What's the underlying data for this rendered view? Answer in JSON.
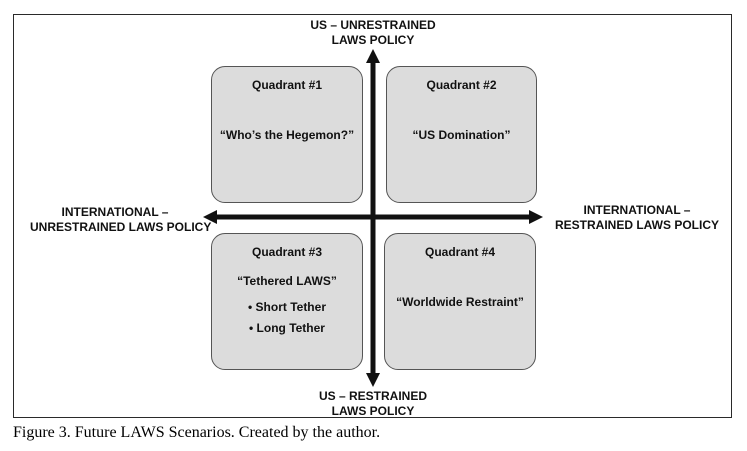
{
  "axes": {
    "top": [
      "US – UNRESTRAINED",
      "LAWS POLICY"
    ],
    "bottom": [
      "US – RESTRAINED",
      "LAWS POLICY"
    ],
    "left": [
      "INTERNATIONAL –",
      "UNRESTRAINED LAWS POLICY"
    ],
    "right": [
      "INTERNATIONAL –",
      "RESTRAINED LAWS POLICY"
    ]
  },
  "quadrants": [
    {
      "title": "Quadrant #1",
      "scenario": "“Who’s the Hegemon?”"
    },
    {
      "title": "Quadrant #2",
      "scenario": "“US Domination”"
    },
    {
      "title": "Quadrant #3",
      "scenario": "“Tethered LAWS”",
      "bullets": [
        "• Short Tether",
        "• Long Tether"
      ]
    },
    {
      "title": "Quadrant #4",
      "scenario": "“Worldwide Restraint”"
    }
  ],
  "caption": "Figure 3.  Future LAWS Scenarios. Created by the author.",
  "colors": {
    "quadrant_fill": "#dcdcdc",
    "axis": "#111111"
  }
}
